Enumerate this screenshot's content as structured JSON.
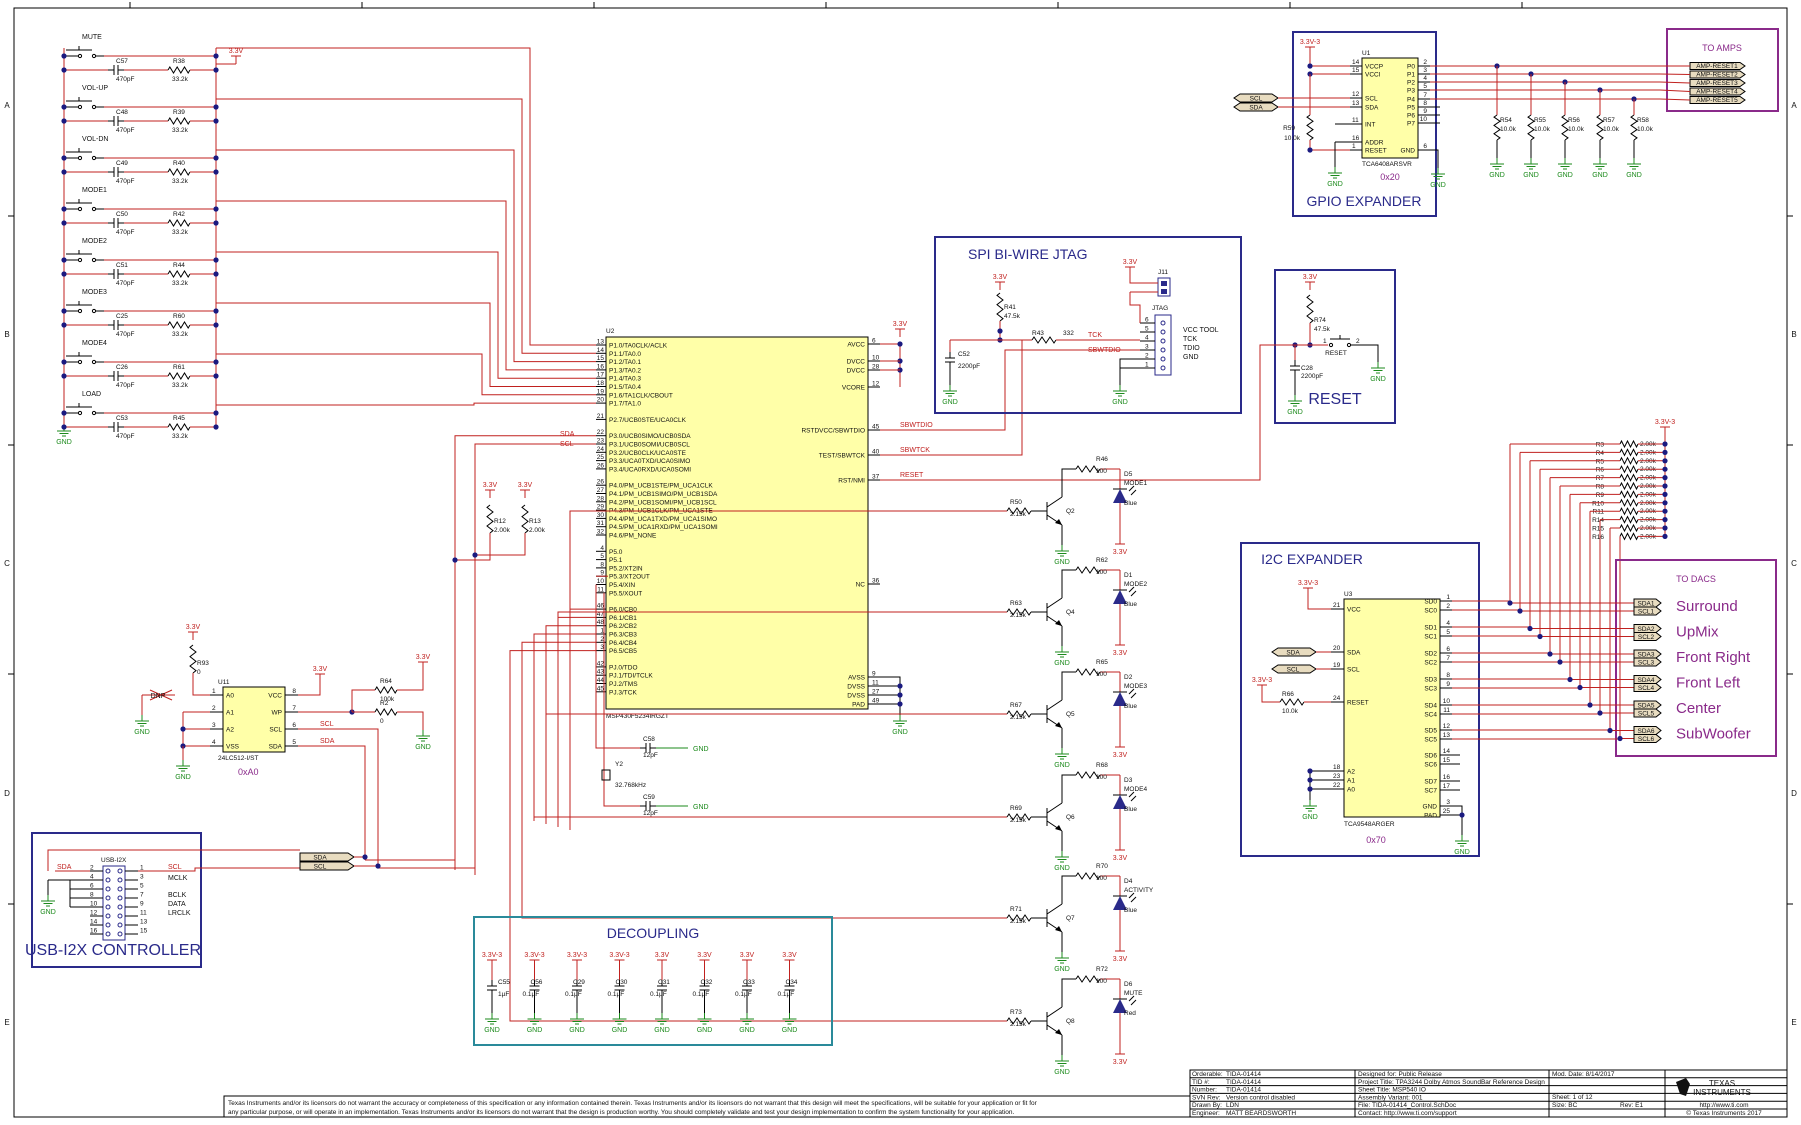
{
  "title_block": {
    "orderable_label": "Orderable:",
    "orderable": "TIDA-01414",
    "tid_label": "TID #:",
    "tid": "TIDA-01414",
    "number_label": "Number:",
    "number": "TIDA-01414",
    "svn_label": "SVN Rev:",
    "svn": "Version control disabled",
    "drawn_label": "Drawn By:",
    "drawn": "LDN",
    "engineer_label": "Engineer:",
    "engineer": "MATT BEARDSWORTH",
    "designed_for": "Designed for: Public Release",
    "mod_date": "Mod. Date: 8/14/2017",
    "project_title": "Project Title: TPA3244 Dolby Atmos SoundBar Reference Design",
    "sheet_title": "Sheet Title: MSP540 IO",
    "assembly": "Assembly Variant: 001",
    "sheet": "Sheet: 1  of  12",
    "file": "File: TIDA-01414_Control.SchDoc",
    "size": "Size: BC",
    "rev": "Rev:  E1",
    "contact": "Contact: http://www.ti.com/support",
    "company_line1": "TEXAS",
    "company_line2": "INSTRUMENTS",
    "url": "http://www.ti.com",
    "copyright": "© Texas Instruments  2017",
    "disclaimer1": "Texas Instruments and/or its licensors do not warrant the accuracy or completeness of this specification or any information contained therein. Texas Instruments and/or its licensors do not warrant that this design will meet the specifications, will be suitable for your application or fit for",
    "disclaimer2": "any particular purpose, or will operate in an implementation. Texas Instruments and/or its licensors do not warrant that the design is production worthy. You should completely validate and test your design implementation to confirm the system functionality for your application."
  },
  "border_rows": [
    "A",
    "B",
    "C",
    "D",
    "E"
  ],
  "buttons": [
    {
      "label": "MUTE",
      "cap": "C57",
      "capval": "470pF",
      "res": "R38",
      "resval": "33.2k"
    },
    {
      "label": "VOL-UP",
      "cap": "C48",
      "capval": "470pF",
      "res": "R39",
      "resval": "33.2k"
    },
    {
      "label": "VOL-DN",
      "cap": "C49",
      "capval": "470pF",
      "res": "R40",
      "resval": "33.2k"
    },
    {
      "label": "MODE1",
      "cap": "C50",
      "capval": "470pF",
      "res": "R42",
      "resval": "33.2k"
    },
    {
      "label": "MODE2",
      "cap": "C51",
      "capval": "470pF",
      "res": "R44",
      "resval": "33.2k"
    },
    {
      "label": "MODE3",
      "cap": "C25",
      "capval": "470pF",
      "res": "R60",
      "resval": "33.2k"
    },
    {
      "label": "MODE4",
      "cap": "C26",
      "capval": "470pF",
      "res": "R61",
      "resval": "33.2k"
    },
    {
      "label": "LOAD",
      "cap": "C53",
      "capval": "470pF",
      "res": "R45",
      "resval": "33.2k"
    }
  ],
  "rail_33": "3.3V",
  "rail_33_3": "3.3V-3",
  "gnd": "GND",
  "mcu": {
    "ref": "U2",
    "part": "MSP430F5234IRGZT",
    "left_pins": [
      [
        "13",
        "P1.0/TA0CLK/ACLK"
      ],
      [
        "14",
        "P1.1/TA0.0"
      ],
      [
        "15",
        "P1.2/TA0.1"
      ],
      [
        "16",
        "P1.3/TA0.2"
      ],
      [
        "17",
        "P1.4/TA0.3"
      ],
      [
        "18",
        "P1.5/TA0.4"
      ],
      [
        "19",
        "P1.6/TA1CLK/CBOUT"
      ],
      [
        "20",
        "P1.7/TA1.0"
      ],
      [
        "21",
        "P2.7/UCB0STE/UCA0CLK"
      ],
      [
        "22",
        "P3.0/UCB0SIMO/UCB0SDA"
      ],
      [
        "23",
        "P3.1/UCB0SOMI/UCB0SCL"
      ],
      [
        "24",
        "P3.2/UCB0CLK/UCA0STE"
      ],
      [
        "25",
        "P3.3/UCA0TXD/UCA0SIMO"
      ],
      [
        "26",
        "P3.4/UCA0RXD/UCA0SOMI"
      ],
      [
        "26",
        "P4.0/PM_UCB1STE/PM_UCA1CLK"
      ],
      [
        "27",
        "P4.1/PM_UCB1SIMO/PM_UCB1SDA"
      ],
      [
        "28",
        "P4.2/PM_UCB1SOMI/PM_UCB1SCL"
      ],
      [
        "29",
        "P4.3/PM_UCB1CLK/PM_UCA1STE"
      ],
      [
        "30",
        "P4.4/PM_UCA1TXD/PM_UCA1SIMO"
      ],
      [
        "31",
        "P4.5/PM_UCA1RXD/PM_UCA1SOMI"
      ],
      [
        "32",
        "P4.6/PM_NONE"
      ],
      [
        "4",
        "P5.0"
      ],
      [
        "5",
        "P5.1"
      ],
      [
        "8",
        "P5.2/XT2IN"
      ],
      [
        "9",
        "P5.3/XT2OUT"
      ],
      [
        "10",
        "P5.4/XIN"
      ],
      [
        "11",
        "P5.5/XOUT"
      ],
      [
        "46",
        "P6.0/CB0"
      ],
      [
        "47",
        "P6.1/CB1"
      ],
      [
        "48",
        "P6.2/CB2"
      ],
      [
        "1",
        "P6.3/CB3"
      ],
      [
        "2",
        "P6.4/CB4"
      ],
      [
        "3",
        "P6.5/CB5"
      ],
      [
        "42",
        "PJ.0/TDO"
      ],
      [
        "43",
        "PJ.1/TDI/TCLK"
      ],
      [
        "44",
        "PJ.2/TMS"
      ],
      [
        "45",
        "PJ.3/TCK"
      ]
    ],
    "right_pins": [
      [
        "6",
        "AVCC"
      ],
      [
        "10",
        "DVCC"
      ],
      [
        "28",
        "DVCC"
      ],
      [
        "12",
        "VCORE"
      ],
      [
        "45",
        "RSTDVCC/SBWTDIO"
      ],
      [
        "40",
        "TEST/SBWTCK"
      ],
      [
        "37",
        "RST/NMI"
      ],
      [
        "36",
        "NC"
      ],
      [
        "9",
        "AVSS"
      ],
      [
        "11",
        "DVSS"
      ],
      [
        "27",
        "DVSS"
      ],
      [
        "49",
        "PAD"
      ]
    ]
  },
  "nets": {
    "sda": "SDA",
    "scl": "SCL",
    "sbwtdio": "SBWTDIO",
    "sbwtck": "SBWTCK",
    "reset": "RESET",
    "tck": "TCK"
  },
  "pullups": [
    {
      "ref": "R12",
      "val": "2.00k"
    },
    {
      "ref": "R13",
      "val": "2.00k"
    }
  ],
  "crystal": {
    "ref": "Y2",
    "val": "32.768kHz",
    "c1": "C58",
    "c1val": "12pF",
    "c2": "C59",
    "c2val": "12pF"
  },
  "eeprom": {
    "ref": "U11",
    "part": "24LC512-I/ST",
    "addr": "0xA0",
    "r93": "R93",
    "r93val": "0",
    "dnp": "DNP",
    "pins": [
      [
        "1",
        "A0"
      ],
      [
        "2",
        "A1"
      ],
      [
        "3",
        "A2"
      ],
      [
        "4",
        "VSS"
      ],
      [
        "8",
        "VCC"
      ],
      [
        "7",
        "WP"
      ],
      [
        "6",
        "SCL"
      ],
      [
        "5",
        "SDA"
      ]
    ],
    "r64": "R64",
    "r64val": "100k",
    "r2": "R2",
    "r2val": "0"
  },
  "usb": {
    "title": "USB-I2X CONTROLLER",
    "header": "USB-I2X",
    "pins_left": [
      "2",
      "4",
      "6",
      "8",
      "10",
      "12",
      "14",
      "16"
    ],
    "pins_right": [
      "1",
      "3",
      "5",
      "7",
      "9",
      "11",
      "13",
      "15"
    ],
    "signals": [
      "SCL",
      "MCLK",
      "BCLK",
      "DATA",
      "LRCLK"
    ]
  },
  "jtag": {
    "title": "SPI BI-WIRE JTAG",
    "r41": "R41",
    "r41val": "47.5k",
    "c52": "C52",
    "c52val": "2200pF",
    "r43": "R43",
    "r43val": "332",
    "j11": "J11",
    "jtag": "JTAG",
    "pins": [
      "6",
      "5",
      "4",
      "3",
      "2",
      "1"
    ],
    "labels": [
      "VCC TOOL",
      "TCK",
      "TDIO",
      "GND"
    ]
  },
  "reset": {
    "title": "RESET",
    "r74": "R74",
    "r74val": "47.5k",
    "c28": "C28",
    "c28val": "2200pF",
    "s": "RESET",
    "p1": "1",
    "p2": "2"
  },
  "gpio": {
    "title": "GPIO EXPANDER",
    "ref": "U1",
    "part": "TCA6408ARSVR",
    "addr": "0x20",
    "left_pins": [
      [
        "14",
        "VCCP"
      ],
      [
        "15",
        "VCCI"
      ],
      [
        "12",
        "SCL"
      ],
      [
        "13",
        "SDA"
      ],
      [
        "11",
        "INT"
      ],
      [
        "16",
        "ADDR"
      ],
      [
        "1",
        "RESET"
      ]
    ],
    "right_pins": [
      [
        "2",
        "P0"
      ],
      [
        "3",
        "P1"
      ],
      [
        "4",
        "P2"
      ],
      [
        "5",
        "P3"
      ],
      [
        "7",
        "P4"
      ],
      [
        "8",
        "P5"
      ],
      [
        "9",
        "P6"
      ],
      [
        "10",
        "P7"
      ],
      [
        "6",
        "GND"
      ]
    ],
    "r59": "R59",
    "r59val": "10.0k",
    "pull": [
      {
        "ref": "R54",
        "val": "10.0k"
      },
      {
        "ref": "R55",
        "val": "10.0k"
      },
      {
        "ref": "R56",
        "val": "10.0k"
      },
      {
        "ref": "R57",
        "val": "10.0k"
      },
      {
        "ref": "R58",
        "val": "10.0k"
      }
    ],
    "scl": "SCL",
    "sda": "SDA"
  },
  "amps": {
    "title": "TO AMPS",
    "nets": [
      "AMP-RESET1",
      "AMP-RESET2",
      "AMP-RESET3",
      "AMP-RESET4",
      "AMP-RESET5"
    ]
  },
  "leds": [
    {
      "rb": "R50",
      "rbval": "2.15k",
      "q": "Q2",
      "rl": "R46",
      "rlval": "100",
      "d": "D5",
      "name": "MODE1",
      "color": "Blue"
    },
    {
      "rb": "R63",
      "rbval": "2.15k",
      "q": "Q4",
      "rl": "R62",
      "rlval": "100",
      "d": "D1",
      "name": "MODE2",
      "color": "Blue"
    },
    {
      "rb": "R67",
      "rbval": "2.15k",
      "q": "Q5",
      "rl": "R65",
      "rlval": "100",
      "d": "D2",
      "name": "MODE3",
      "color": "Blue"
    },
    {
      "rb": "R69",
      "rbval": "2.15k",
      "q": "Q6",
      "rl": "R68",
      "rlval": "100",
      "d": "D3",
      "name": "MODE4",
      "color": "Blue"
    },
    {
      "rb": "R71",
      "rbval": "2.15k",
      "q": "Q7",
      "rl": "R70",
      "rlval": "100",
      "d": "D4",
      "name": "ACTIVITY",
      "color": "Blue"
    },
    {
      "rb": "R73",
      "rbval": "2.15k",
      "q": "Q8",
      "rl": "R72",
      "rlval": "100",
      "d": "D6",
      "name": "MUTE",
      "color": "Red"
    }
  ],
  "i2c_pullups": [
    {
      "ref": "R3",
      "val": "2.00k"
    },
    {
      "ref": "R4",
      "val": "2.00k"
    },
    {
      "ref": "R5",
      "val": "2.00k"
    },
    {
      "ref": "R6",
      "val": "2.00k"
    },
    {
      "ref": "R7",
      "val": "2.00k"
    },
    {
      "ref": "R8",
      "val": "2.00k"
    },
    {
      "ref": "R9",
      "val": "2.00k"
    },
    {
      "ref": "R10",
      "val": "2.00k"
    },
    {
      "ref": "R11",
      "val": "2.00k"
    },
    {
      "ref": "R14",
      "val": "2.00k"
    },
    {
      "ref": "R15",
      "val": "2.00k"
    },
    {
      "ref": "R16",
      "val": "2.00k"
    }
  ],
  "i2c": {
    "title": "I2C EXPANDER",
    "ref": "U3",
    "part": "TCA9548ARGER",
    "addr": "0x70",
    "left_pins": [
      [
        "21",
        "VCC"
      ],
      [
        "20",
        "SDA"
      ],
      [
        "19",
        "SCL"
      ],
      [
        "24",
        "RESET"
      ],
      [
        "18",
        "A2"
      ],
      [
        "23",
        "A1"
      ],
      [
        "22",
        "A0"
      ]
    ],
    "right_pins": [
      [
        "1",
        "SD0"
      ],
      [
        "2",
        "SC0"
      ],
      [
        "4",
        "SD1"
      ],
      [
        "5",
        "SC1"
      ],
      [
        "6",
        "SD2"
      ],
      [
        "7",
        "SC2"
      ],
      [
        "8",
        "SD3"
      ],
      [
        "9",
        "SC3"
      ],
      [
        "10",
        "SD4"
      ],
      [
        "11",
        "SC4"
      ],
      [
        "12",
        "SD5"
      ],
      [
        "13",
        "SC5"
      ],
      [
        "14",
        "SD6"
      ],
      [
        "15",
        "SC6"
      ],
      [
        "16",
        "SD7"
      ],
      [
        "17",
        "SC7"
      ],
      [
        "3",
        "GND"
      ],
      [
        "25",
        "PAD"
      ]
    ],
    "r66": "R66",
    "r66val": "10.0k"
  },
  "dacs": {
    "title": "TO DACS",
    "channels": [
      {
        "sda": "SDA1",
        "scl": "SCL1",
        "name": "Surround"
      },
      {
        "sda": "SDA2",
        "scl": "SCL2",
        "name": "UpMix"
      },
      {
        "sda": "SDA3",
        "scl": "SCL3",
        "name": "Front Right"
      },
      {
        "sda": "SDA4",
        "scl": "SCL4",
        "name": "Front Left"
      },
      {
        "sda": "SDA5",
        "scl": "SCL5",
        "name": "Center"
      },
      {
        "sda": "SDA6",
        "scl": "SCL6",
        "name": "SubWoofer"
      }
    ]
  },
  "decoupling": {
    "title": "DECOUPLING",
    "caps": [
      {
        "rail": "3.3V-3",
        "ref": "C55",
        "val": "1µF"
      },
      {
        "rail": "3.3V-3",
        "ref": "C56",
        "val": "0.1µF"
      },
      {
        "rail": "3.3V-3",
        "ref": "C29",
        "val": "0.1µF"
      },
      {
        "rail": "3.3V-3",
        "ref": "C30",
        "val": "0.1µF"
      },
      {
        "rail": "3.3V",
        "ref": "C31",
        "val": "0.1µF"
      },
      {
        "rail": "3.3V",
        "ref": "C32",
        "val": "0.1µF"
      },
      {
        "rail": "3.3V",
        "ref": "C33",
        "val": "0.1µF"
      },
      {
        "rail": "3.3V",
        "ref": "C34",
        "val": "0.1µF"
      }
    ]
  }
}
